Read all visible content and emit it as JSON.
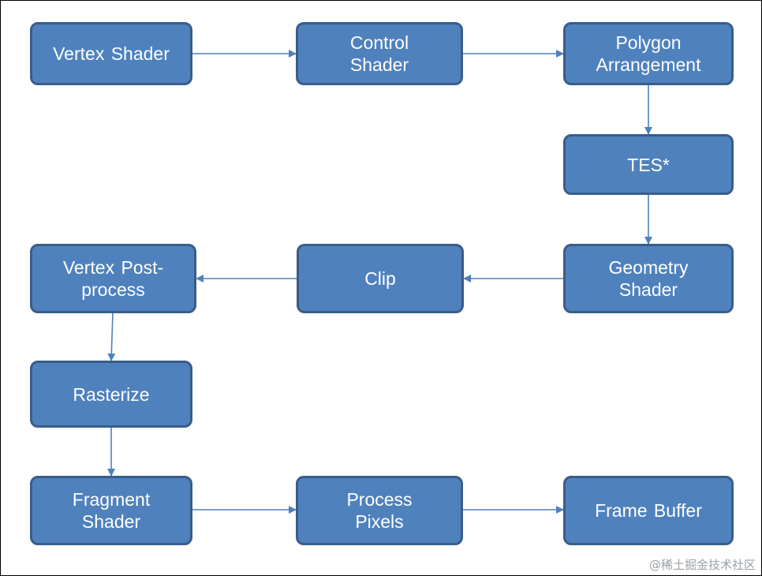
{
  "nodes": {
    "vertex_shader": "Vertex Shader",
    "control_shader": "Control Shader",
    "polygon_arrangement": "Polygon Arrangement",
    "tes": "TES*",
    "geometry_shader": "Geometry Shader",
    "clip": "Clip",
    "vertex_post_process": "Vertex Post-process",
    "rasterize": "Rasterize",
    "fragment_shader": "Fragment Shader",
    "process_pixels": "Process Pixels",
    "frame_buffer": "Frame Buffer"
  },
  "watermark": "@稀土掘金技术社区",
  "colors": {
    "node_fill": "#4f81bd",
    "node_border": "#385d8a",
    "node_text": "#ffffff",
    "arrow": "#4f81bd"
  }
}
